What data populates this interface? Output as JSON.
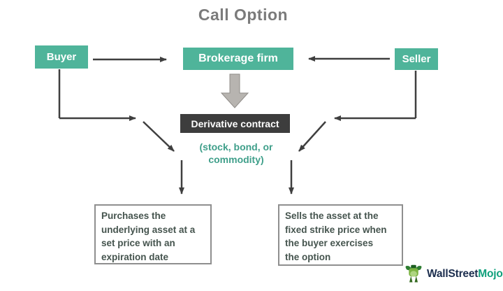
{
  "title": "Call Option",
  "nodes": {
    "buyer": {
      "label": "Buyer"
    },
    "brokerage": {
      "label": "Brokerage firm"
    },
    "seller": {
      "label": "Seller"
    },
    "derivative_contract": {
      "label": "Derivative contract"
    },
    "derivative_note": {
      "lines": [
        "(stock, bond, or",
        "commodity)"
      ]
    },
    "buyer_action": {
      "lines": [
        "Purchases the",
        "underlying asset at a",
        "set price with an",
        "expiration date"
      ]
    },
    "seller_action": {
      "lines": [
        "Sells the asset at the",
        "fixed strike price when",
        "the buyer exercises",
        "the option"
      ]
    }
  },
  "edges": [
    {
      "from": "Buyer",
      "to": "Brokerage firm",
      "style": "thin-arrow"
    },
    {
      "from": "Seller",
      "to": "Brokerage firm",
      "style": "thin-arrow"
    },
    {
      "from": "Brokerage firm",
      "to": "Derivative contract",
      "style": "block-arrow"
    },
    {
      "from": "Buyer",
      "to": "Purchases the underlying asset at a set price with an expiration date",
      "style": "elbow-arrow"
    },
    {
      "from": "Seller",
      "to": "Sells the asset at the fixed strike price when the buyer exercises the option",
      "style": "elbow-arrow"
    }
  ],
  "branding": {
    "text_primary": "WallStreet",
    "text_accent": "Mojo"
  },
  "colors": {
    "accent_teal": "#4fb49a",
    "dark_box": "#3d3d3d",
    "arrow": "#3f3f3f",
    "title_gray": "#7b7b7b",
    "note_teal": "#3f9f8a",
    "body_text": "#45544e",
    "box_border": "#8f8f8f",
    "block_arrow_fill": "#b7b4b0",
    "logo_navy": "#1c2e4e",
    "logo_green": "#10a07c"
  }
}
